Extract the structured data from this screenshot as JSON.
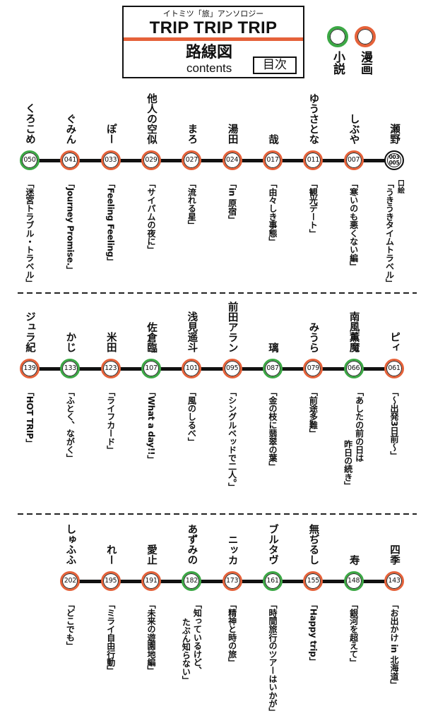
{
  "header": {
    "subtitle": "イトミツ「旅」アンソロジー",
    "title": "TRIP TRIP TRIP",
    "route_map": "路線図",
    "contents": "contents",
    "toc": "目次",
    "accent_color": "#e5623a"
  },
  "legend": [
    {
      "label": "小説",
      "color": "#3ca845"
    },
    {
      "label": "漫画",
      "color": "#e5623a"
    }
  ],
  "rows": [
    {
      "stations": [
        {
          "author": "瀬野",
          "page": "003",
          "page2": "005",
          "note": "口絵",
          "title": "「うきうきタイムトラベル」",
          "color": "#111111"
        },
        {
          "author": "しぶや",
          "page": "007",
          "title": "「寒いのも悪くない編」",
          "color": "#e5623a"
        },
        {
          "author": "ゆうさとな",
          "page": "011",
          "title": "「観光デート」",
          "color": "#e5623a"
        },
        {
          "author": "哉",
          "page": "017",
          "title": "「由々しき事態」",
          "color": "#e5623a"
        },
        {
          "author": "湯田",
          "page": "024",
          "title": "「in 原宿」",
          "color": "#e5623a"
        },
        {
          "author": "まろ",
          "page": "027",
          "title": "「流れる星」",
          "color": "#e5623a"
        },
        {
          "author": "他人の空似",
          "page": "029",
          "title": "「サイパムの夜に」",
          "color": "#e5623a"
        },
        {
          "author": "ぽー",
          "page": "033",
          "title": "「Feeling Feeling」",
          "color": "#e5623a"
        },
        {
          "author": "ぐみん",
          "page": "041",
          "title": "「Journey Promise.」",
          "color": "#e5623a"
        },
        {
          "author": "くろこめ",
          "page": "050",
          "title": "「迷宮トラブル・トラベル」",
          "color": "#3ca845"
        }
      ]
    },
    {
      "stations": [
        {
          "author": "ピィ",
          "page": "061",
          "title": "「〜出発3日前〜」",
          "color": "#e5623a"
        },
        {
          "author": "南風薫魔",
          "page": "066",
          "title": "「あしたの前の日は",
          "title2": "昨日の続き」",
          "color": "#3ca845"
        },
        {
          "author": "みうら",
          "page": "079",
          "title": "「前途多難」",
          "color": "#e5623a"
        },
        {
          "author": "璃",
          "page": "087",
          "title": "「金の枝に翡翠の葉」",
          "color": "#3ca845"
        },
        {
          "author": "前田アラン",
          "page": "095",
          "title": "「シングルベッドで二人。」",
          "color": "#e5623a"
        },
        {
          "author": "浅見遥斗",
          "page": "101",
          "title": "「風のしるべ」",
          "color": "#e5623a"
        },
        {
          "author": "佐倉臨",
          "page": "107",
          "title": "「What a day!!」",
          "color": "#3ca845"
        },
        {
          "author": "米田",
          "page": "123",
          "title": "「ライフカード」",
          "color": "#e5623a"
        },
        {
          "author": "かじ",
          "page": "133",
          "title": "「ふとく、ながく」",
          "color": "#3ca845"
        },
        {
          "author": "ジュラ紀",
          "page": "139",
          "title": "「HOT TRIP」",
          "color": "#e5623a"
        }
      ]
    },
    {
      "stations": [
        {
          "author": "四季",
          "page": "143",
          "title": "「お出かけ in 北海道」",
          "color": "#e5623a"
        },
        {
          "author": "寿",
          "page": "148",
          "title": "「銀河を超えて」",
          "color": "#3ca845"
        },
        {
          "author": "無ぢるし",
          "page": "155",
          "title": "「Happy trip」",
          "color": "#e5623a"
        },
        {
          "author": "ブルタヴ",
          "page": "161",
          "title": "「時間旅行のツアーはいかが」",
          "color": "#3ca845"
        },
        {
          "author": "ニッカ",
          "page": "173",
          "title": "「精神と時の旅」",
          "color": "#e5623a"
        },
        {
          "author": "あずみの",
          "page": "182",
          "title": "「知っているけど、",
          "title2": "たぶん知らない」",
          "color": "#3ca845"
        },
        {
          "author": "愛止",
          "page": "191",
          "title": "「未来の遊園地編」",
          "color": "#e5623a"
        },
        {
          "author": "れー",
          "page": "195",
          "title": "「ミライ自由行動」",
          "color": "#e5623a"
        },
        {
          "author": "しゅふふ",
          "page": "202",
          "title": "「どこでも」",
          "color": "#e5623a"
        }
      ]
    }
  ]
}
